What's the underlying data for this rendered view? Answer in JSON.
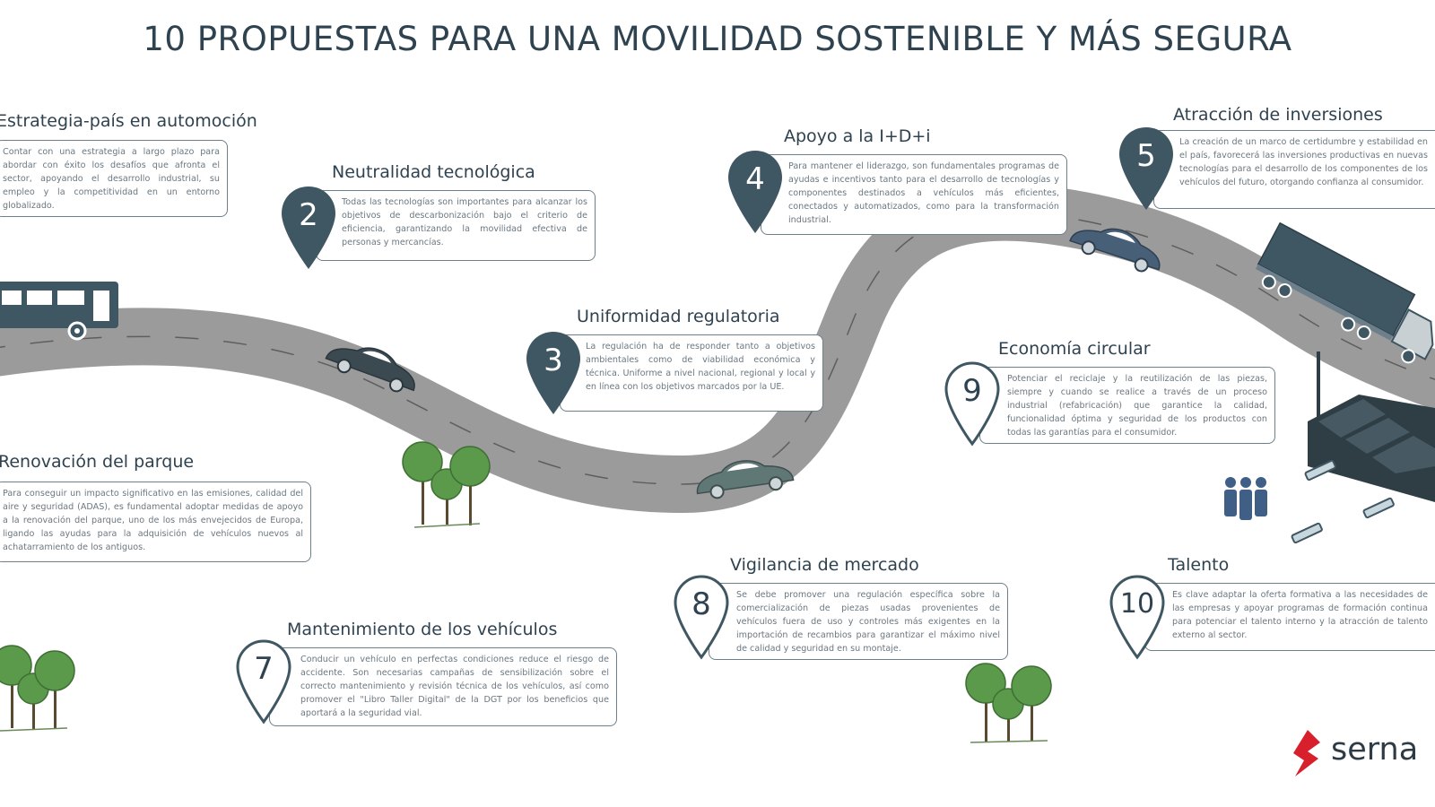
{
  "title": "10 PROPUESTAS PARA UNA MOVILIDAD SOSTENIBLE Y MÁS SEGURA",
  "colors": {
    "road": "#9b9b9b",
    "dark_slate": "#3f5663",
    "tree_green": "#5a9a4a",
    "pin_fill": "#3f5663",
    "outline": "#6d7f8a",
    "logo_red": "#d7202b"
  },
  "proposals": [
    {
      "number": "",
      "heading": "Estrategia-país en automoción",
      "text": "Contar con una estrategia a largo plazo para abordar con éxito los desafíos que afronta el sector, apoyando el desarrollo industrial, su empleo y la competitividad en un entorno globalizado."
    },
    {
      "number": "2",
      "heading": "Neutralidad tecnológica",
      "text": "Todas las tecnologías son importantes para alcanzar los objetivos de descarbonización bajo el criterio de eficiencia, garantizando la movilidad efectiva de personas y mercancías."
    },
    {
      "number": "3",
      "heading": "Uniformidad regulatoria",
      "text": "La regulación ha de responder tanto a objetivos ambientales como de viabilidad económica y técnica. Uniforme a nivel nacional, regional y local y en línea con los objetivos marcados por la UE."
    },
    {
      "number": "4",
      "heading": "Apoyo a la I+D+i",
      "text": "Para mantener el liderazgo, son fundamentales programas de ayudas e incentivos tanto para el desarrollo de tecnologías y componentes destinados a vehículos más eficientes, conectados y automatizados, como para la transformación industrial."
    },
    {
      "number": "5",
      "heading": "Atracción de inversiones",
      "text": "La creación de un marco de certidumbre y estabilidad en el país, favorecerá las inversiones productivas en nuevas tecnologías para el desarrollo de los componentes de los vehículos del futuro, otorgando confianza al consumidor."
    },
    {
      "number": "",
      "heading": "Renovación del parque",
      "text": "Para conseguir un impacto significativo en las emisiones, calidad del aire y seguridad (ADAS), es fundamental adoptar medidas de apoyo a la renovación del parque, uno de los más envejecidos de Europa, ligando las ayudas para la adquisición de vehículos nuevos al achatarramiento de los antiguos."
    },
    {
      "number": "7",
      "heading": "Mantenimiento de los vehículos",
      "text": "Conducir un vehículo en perfectas condiciones reduce el riesgo de accidente. Son necesarias campañas de sensibilización sobre el correcto mantenimiento y revisión técnica de los vehículos, así como promover el \"Libro Taller Digital\" de la DGT por los beneficios que aportará a la seguridad vial."
    },
    {
      "number": "8",
      "heading": "Vigilancia de mercado",
      "text": "Se debe promover una regulación específica sobre la comercialización de piezas usadas provenientes de vehículos fuera de uso y controles más exigentes en la importación de recambios para garantizar el máximo nivel de calidad y seguridad en su montaje."
    },
    {
      "number": "9",
      "heading": "Economía circular",
      "text": "Potenciar el reciclaje y la reutilización de las piezas, siempre y cuando se realice a través de un proceso industrial (refabricación) que garantice la calidad, funcionalidad óptima y seguridad de los productos con todas las garantías para el consumidor."
    },
    {
      "number": "10",
      "heading": "Talento",
      "text": "Es clave adaptar la oferta formativa a las necesidades de las empresas y apoyar programas de formación continua para potenciar el talento interno y la atracción de talento externo al sector."
    }
  ],
  "icons": [
    "bus-icon",
    "car-icon",
    "truck-icon",
    "tree-icon",
    "factory-icon",
    "people-icon"
  ],
  "logo": {
    "text": "serna"
  }
}
